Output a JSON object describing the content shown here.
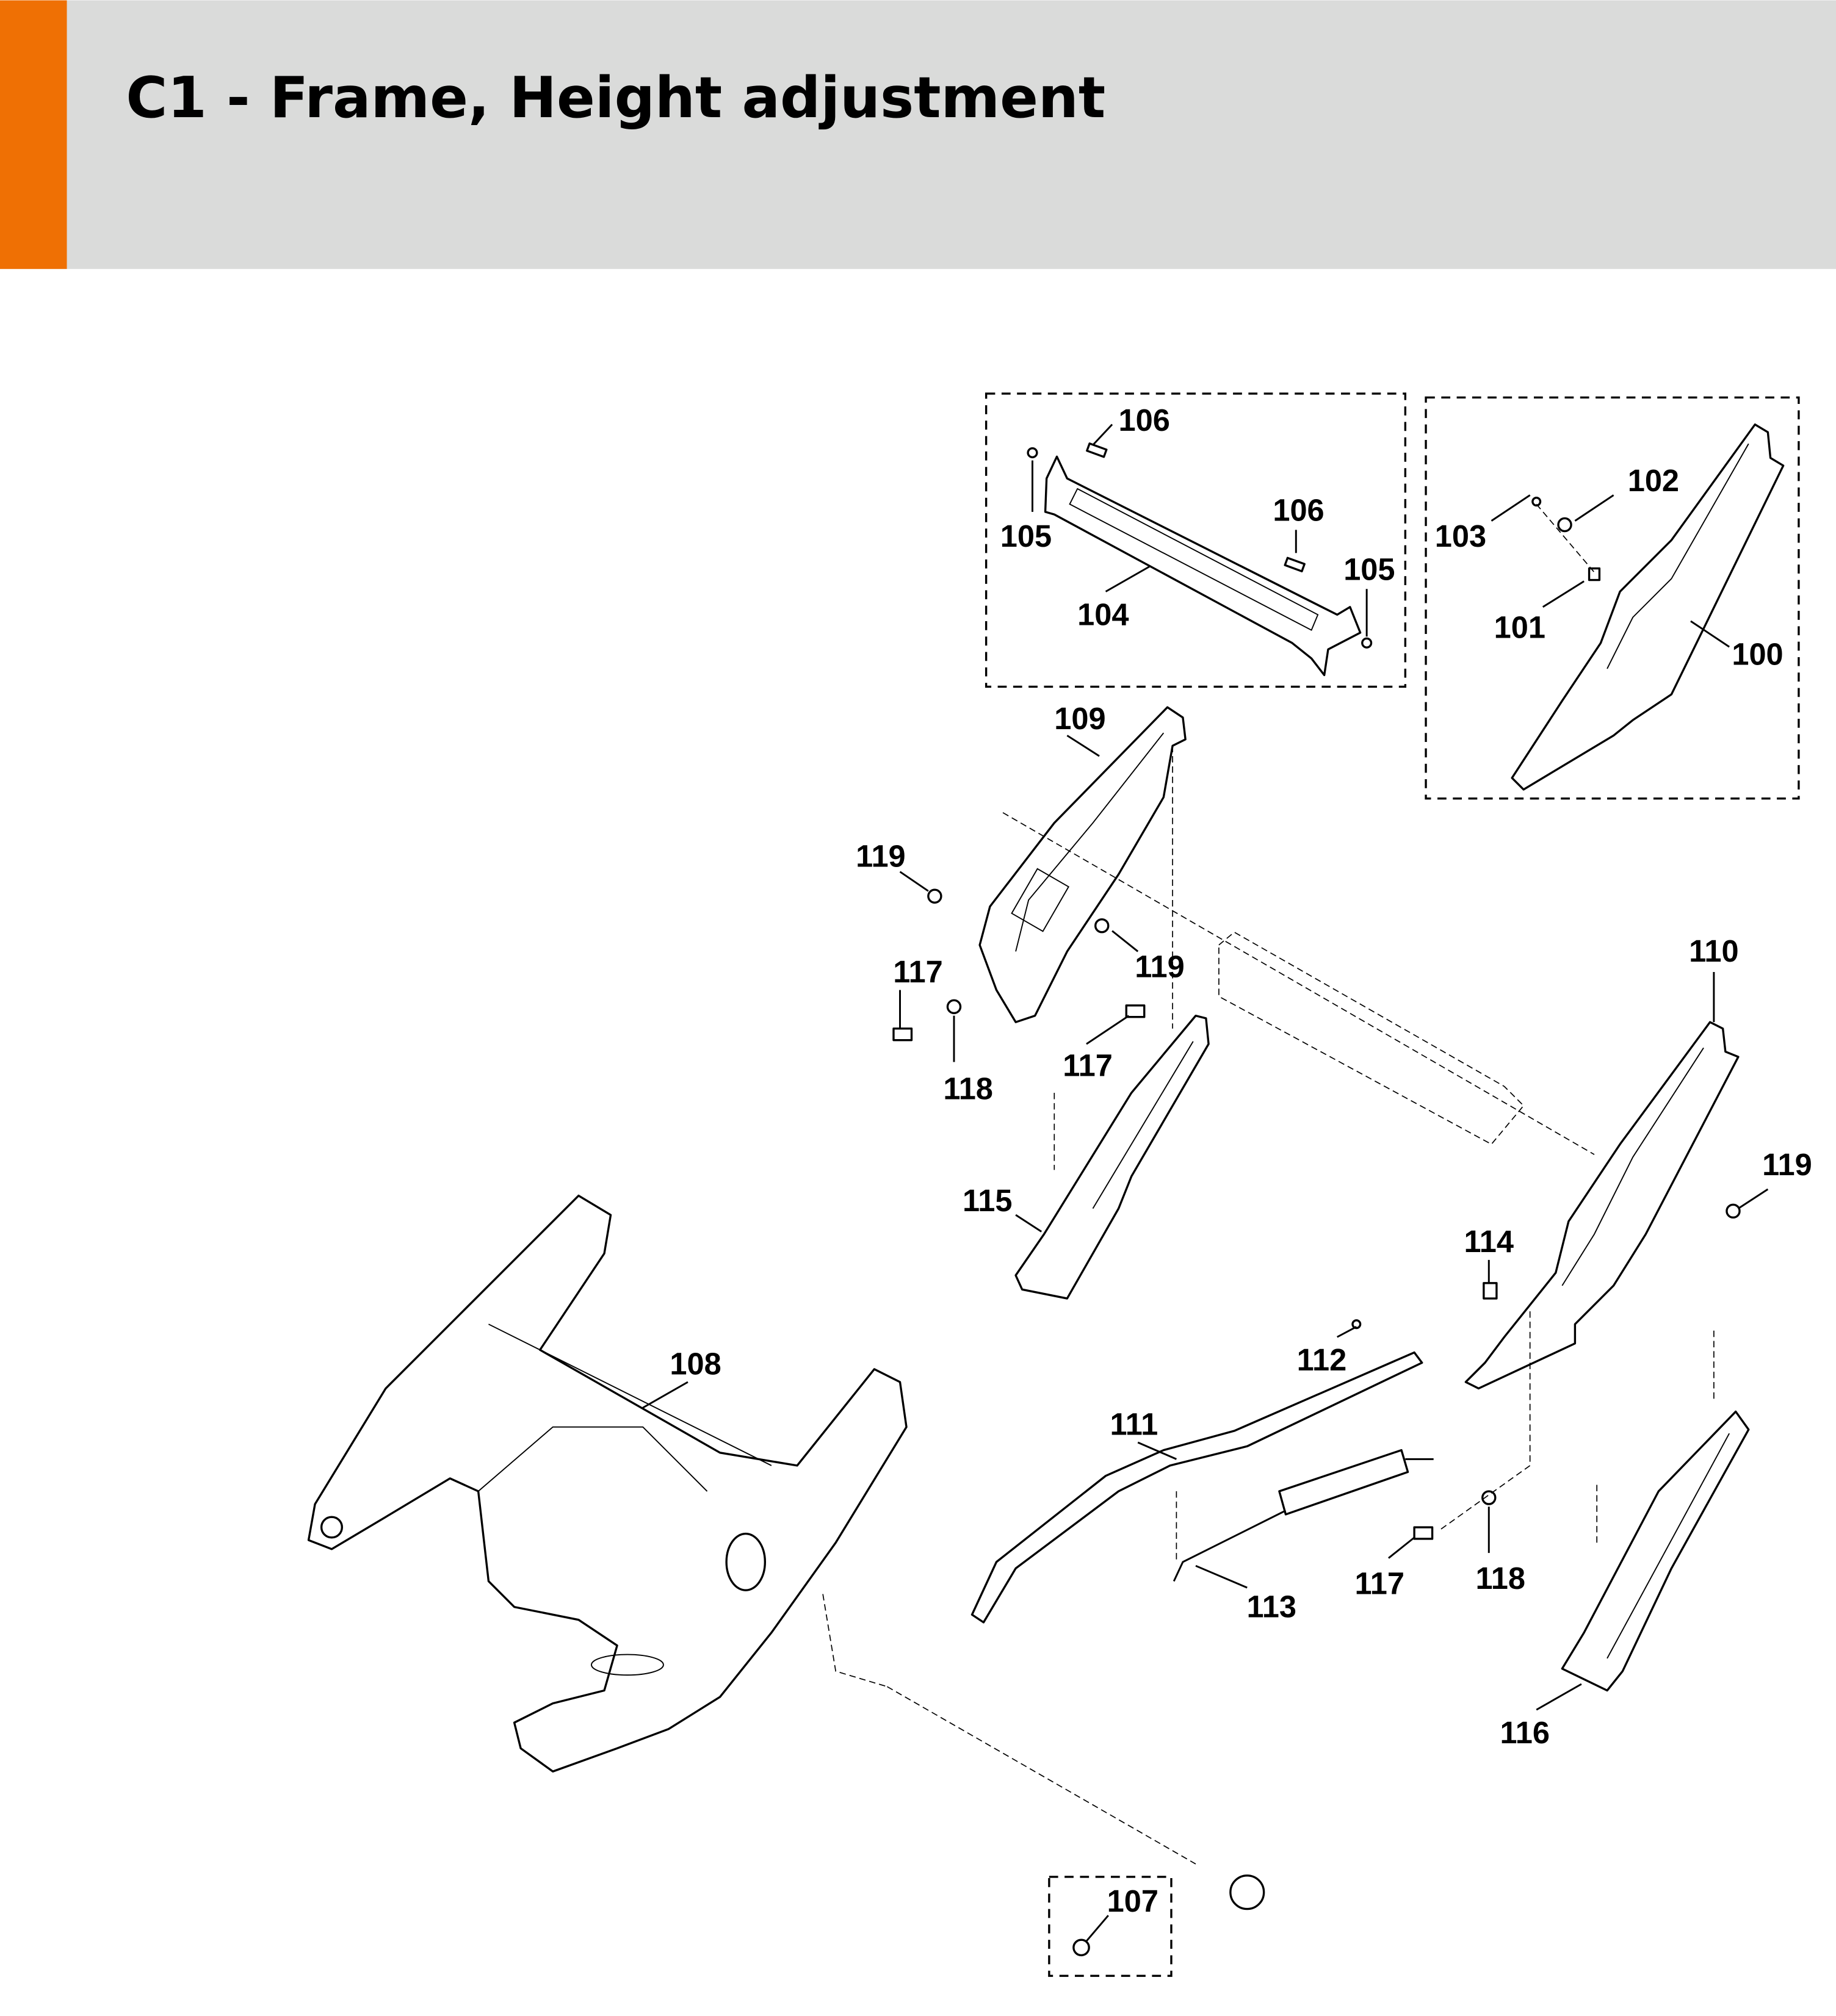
{
  "header": {
    "title": "C1 - Frame, Height adjustment",
    "accent_color": "#ef7004",
    "background_color": "#dadbda"
  },
  "callouts": {
    "p100": "100",
    "p101": "101",
    "p102": "102",
    "p103": "103",
    "p104": "104",
    "p105a": "105",
    "p105b": "105",
    "p106a": "106",
    "p106b": "106",
    "p107": "107",
    "p108": "108",
    "p109": "109",
    "p110": "110",
    "p111": "111",
    "p112": "112",
    "p113": "113",
    "p114": "114",
    "p115": "115",
    "p116": "116",
    "p117a": "117",
    "p117b": "117",
    "p117c": "117",
    "p118a": "118",
    "p118b": "118",
    "p119a": "119",
    "p119b": "119",
    "p119c": "119"
  }
}
